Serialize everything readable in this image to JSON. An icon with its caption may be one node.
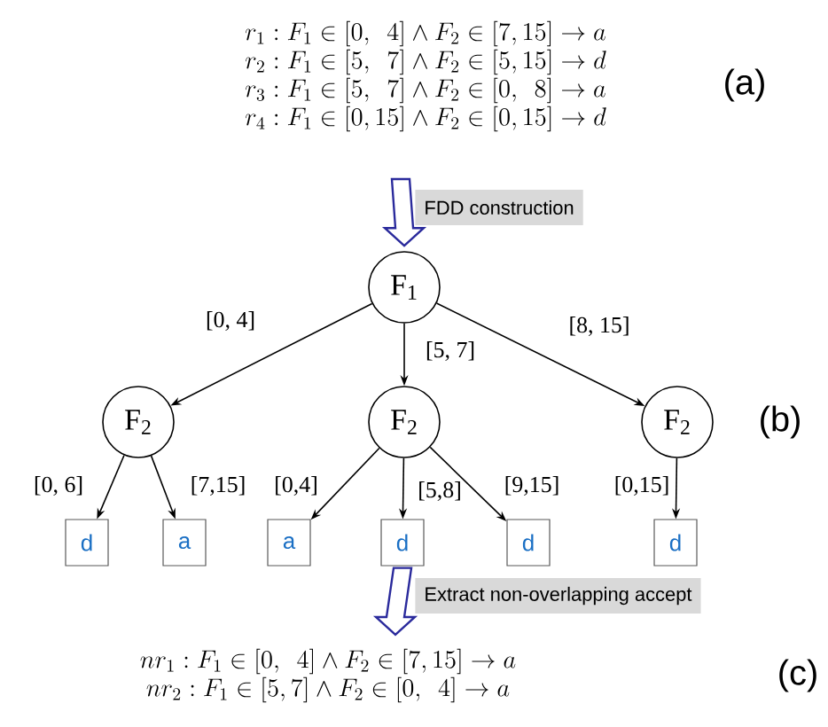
{
  "diagram": {
    "nodes": [
      {
        "text": [
          "F$_{1}$"
        ]
      },
      {
        "text": [
          "F$_{2}$"
        ]
      },
      {
        "text": [
          "F$_{2}$"
        ]
      },
      {
        "text": [
          "F$_{2}$"
        ]
      },
      {
        "text": [
          "d"
        ]
      },
      {
        "text": [
          "a"
        ]
      },
      {
        "text": [
          "a"
        ]
      },
      {
        "text": [
          "d"
        ]
      },
      {
        "text": [
          "d"
        ]
      },
      {
        "text": [
          "d"
        ]
      },
      {
        "text": [
          "FDD construction"
        ]
      },
      {
        "text": [
          "Extract non-overlapping accept"
        ]
      }
    ],
    "edges": [
      {
        "from": 0,
        "to": 1,
        "arrow": "to",
        "label": "[0, 4]"
      },
      {
        "from": 0,
        "to": 2,
        "arrow": "to",
        "label": "[5, 7]"
      },
      {
        "from": 0,
        "to": 3,
        "arrow": "to",
        "label": "[8, 15]"
      },
      {
        "from": 1,
        "to": 4,
        "arrow": "to",
        "label": "[0, 6]"
      },
      {
        "from": 1,
        "to": 5,
        "arrow": "to",
        "label": "[7,15]"
      },
      {
        "from": 2,
        "to": 6,
        "arrow": "to",
        "label": "[0,4]"
      },
      {
        "from": 2,
        "to": 7,
        "arrow": "to",
        "label": "[5,8]"
      },
      {
        "from": 2,
        "to": 8,
        "arrow": "to",
        "label": "[9,15]"
      },
      {
        "from": 3,
        "to": 9,
        "arrow": "to",
        "label": "[0,15]"
      },
      {
        "from": null,
        "to": 0,
        "arrow": "to"
      },
      {
        "from": 7,
        "to": null,
        "arrow": "to"
      }
    ],
    "labels": [
      "r_1 : F_1 \\in [0,\\ \\ 4] \\wedge F_2 \\in [7,15] \\rightarrow a",
      "r_2 : F_1 \\in [5,\\ \\ 7] \\wedge F_2 \\in [5,15] \\rightarrow d",
      "r_3 : F_1 \\in [5,\\ \\ 7] \\wedge F_2 \\in [0,\\ \\ 8] \\rightarrow a",
      "r_4 : F_1 \\in [0,15] \\wedge F_2 \\in [0,15] \\rightarrow d",
      "(a)",
      "(b)",
      "nr_1 : F_1 \\in [0,\\ \\ 4] \\wedge F_2 \\in [7,15] \\rightarrow a",
      "nr_2 : F_1 \\in [5, 7] \\wedge F_2 \\in [0,\\ \\ 4] \\rightarrow a",
      "(c)"
    ]
  }
}
